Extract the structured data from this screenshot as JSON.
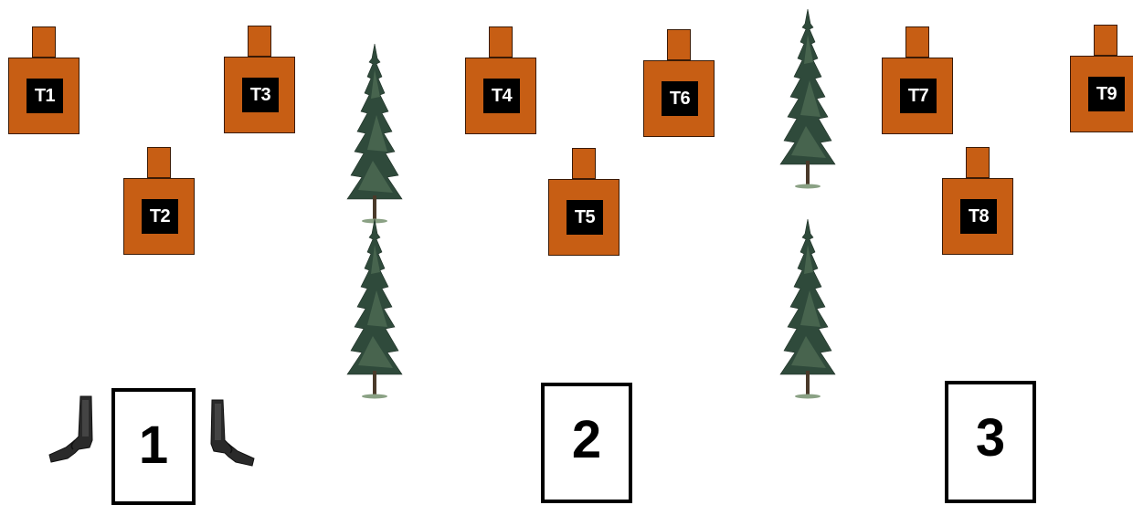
{
  "targets": [
    {
      "label": "T1"
    },
    {
      "label": "T2"
    },
    {
      "label": "T3"
    },
    {
      "label": "T4"
    },
    {
      "label": "T5"
    },
    {
      "label": "T6"
    },
    {
      "label": "T7"
    },
    {
      "label": "T8"
    },
    {
      "label": "T9"
    }
  ],
  "stations": [
    {
      "number": "1"
    },
    {
      "number": "2"
    },
    {
      "number": "3"
    }
  ],
  "colors": {
    "target_fill": "#c75e14",
    "target_label_bg": "#000000",
    "target_label_text": "#ffffff",
    "tree_dark": "#243a2e",
    "tree_mid": "#3f5a48",
    "station_border": "#000000"
  },
  "icons": {
    "tree": "conifer-tree-icon",
    "pistol": "pistol-icon"
  }
}
